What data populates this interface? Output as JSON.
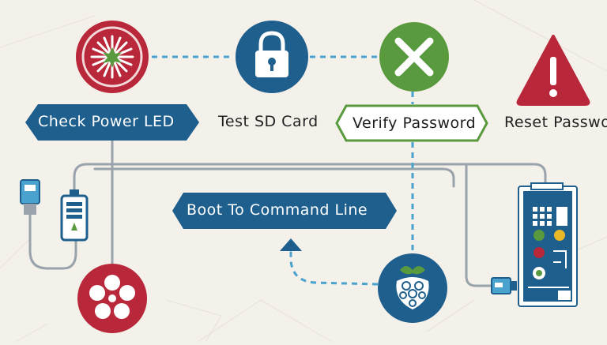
{
  "steps": {
    "check_power_led": "Check Power LED",
    "test_sd_card": "Test SD Card",
    "verify_password": "Verify Password",
    "reset_password": "Reset Passwor",
    "boot_to_command_line": "Boot To Command Line"
  },
  "colors": {
    "background": "#f3f1ea",
    "red": "#b9283a",
    "blue": "#1f5f8e",
    "green": "#5a9a3e",
    "line_gray": "#9aa2ab",
    "dash_blue": "#4aa3cf",
    "banner_blue": "#1f5f8e"
  },
  "icons": {
    "power_led": "led-burst-icon",
    "sd_card": "padlock-icon",
    "verify": "x-mark-icon",
    "reset": "warning-triangle-icon",
    "power_supply": "usb-cable-icon",
    "battery": "battery-icon",
    "flower": "flower-icon",
    "raspberry": "raspberry-pi-icon",
    "board": "circuit-board-icon",
    "connector": "connector-plug-icon",
    "arrow": "arrow-up-icon"
  }
}
